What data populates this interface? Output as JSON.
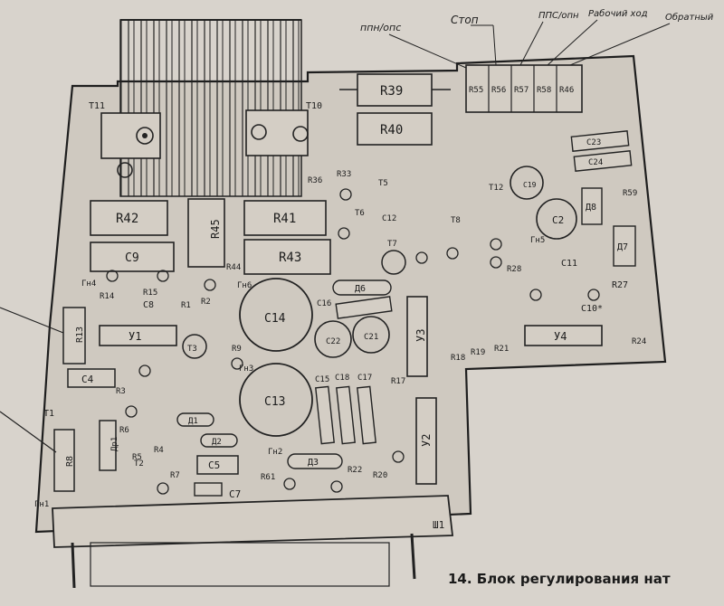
{
  "header_labels": {
    "ppn_ops": "ппн/опс",
    "stop": "Стоп",
    "pps_ops": "ППС/опн",
    "working": "Рабочий ход",
    "reverse": "Обратный"
  },
  "caption": "14. Блок регулирования нат",
  "components": {
    "R39": "R39",
    "R40": "R40",
    "R41": "R41",
    "R42": "R42",
    "R43": "R43",
    "R45": "R45",
    "R55": "R55",
    "R56": "R56",
    "R57": "R57",
    "R58": "R58",
    "R46": "R46",
    "C9": "C9",
    "C14": "C14",
    "C13": "C13",
    "C16": "C16",
    "C15": "C15",
    "C18": "C18",
    "C17": "C17",
    "C4": "C4",
    "C5": "C5",
    "C7": "C7",
    "C8": "C8",
    "C2": "C2",
    "C11": "C11",
    "C10": "C10*",
    "C23": "C23",
    "C24": "C24",
    "C12": "C12",
    "C21": "C21",
    "C22": "C22",
    "C19": "C19",
    "U1": "У1",
    "U2": "У2",
    "U3": "У3",
    "U4": "У4",
    "D1": "Д1",
    "D2": "Д2",
    "D3": "Д3",
    "D6": "Д6",
    "D7": "Д7",
    "D8": "Д8",
    "T1": "Т1",
    "T2": "Т2",
    "T3": "Т3",
    "T5": "Т5",
    "T6": "Т6",
    "T7": "Т7",
    "T8": "Т8",
    "T10": "Т10",
    "T11": "Т11",
    "T12": "Т12",
    "R8": "R8",
    "R13": "R13",
    "R14": "R14",
    "R15": "R15",
    "R1": "R1",
    "R2": "R2",
    "R3": "R3",
    "R4": "R4",
    "R5": "R5",
    "R6": "R6",
    "R7": "R7",
    "R9": "R9",
    "R17": "R17",
    "R18": "R18",
    "R19": "R19",
    "R20": "R20",
    "R21": "R21",
    "R22": "R22",
    "R24": "R24",
    "R27": "R27",
    "R28": "R28",
    "R33": "R33",
    "R36": "R36",
    "R44": "R44",
    "R59": "R59",
    "R61": "R61",
    "Gn1": "Гн1",
    "Gn2": "Гн2",
    "Gn3": "Гн3",
    "Gn4": "Гн4",
    "Gn5": "Гн5",
    "Gn6": "Гн6",
    "Sh1": "Ш1",
    "Dr1": "Др1"
  }
}
